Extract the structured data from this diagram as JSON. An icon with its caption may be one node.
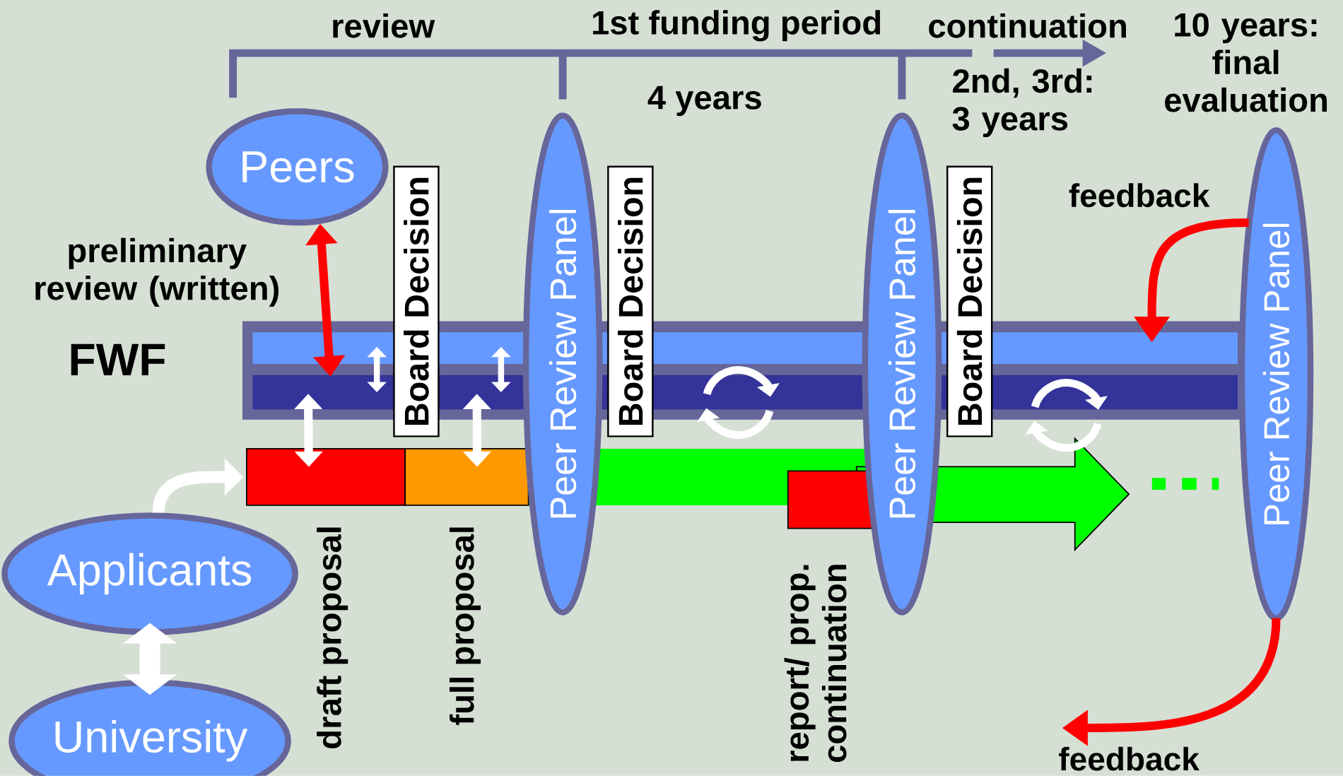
{
  "diagram": {
    "nodes": [
      {
        "text": [
          "Peers"
        ]
      },
      {
        "text": [
          "FWF"
        ]
      },
      {
        "text": [
          "Board Decision"
        ]
      },
      {
        "text": [
          "Peer Review Panel"
        ]
      },
      {
        "text": [
          "Board Decision"
        ]
      },
      {
        "text": [
          "Peer Review Panel"
        ]
      },
      {
        "text": [
          "Board Decision"
        ]
      },
      {
        "text": [
          "Peer Review Panel"
        ]
      },
      {
        "text": [],
        "shape": "box",
        "beside": [
          "draft proposal"
        ]
      },
      {
        "text": [],
        "shape": "box",
        "beside": [
          "full proposal"
        ]
      },
      {
        "text": [],
        "shape": "bar"
      },
      {
        "text": [],
        "shape": "box"
      },
      {
        "text": [],
        "shape": "arrow"
      },
      {
        "text": [
          "Applicants"
        ]
      },
      {
        "text": [
          "University"
        ]
      }
    ],
    "edges": [
      {
        "from": 0,
        "to": 1,
        "arrow": "both",
        "color": "#ff0000"
      },
      {
        "from": 8,
        "to": 1,
        "arrow": "both",
        "color": "#ffffff"
      },
      {
        "from": 9,
        "to": 1,
        "arrow": "both",
        "color": "#ffffff"
      },
      {
        "from": 13,
        "to": 8,
        "arrow": "to",
        "color": "#ffffff"
      },
      {
        "from": 13,
        "to": 14,
        "arrow": "both",
        "color": "#ffffff",
        "style": "thick"
      },
      {
        "from": 7,
        "to": 1,
        "arrow": "to",
        "color": "#ff0000",
        "label": "feedback"
      },
      {
        "from": 7,
        "to": null,
        "arrow": "to",
        "color": "#ff0000",
        "label": "feedback"
      }
    ],
    "labels": [
      "review",
      "1st funding period",
      "continuation",
      "10 years: final evaluation",
      "4 years",
      "2nd, 3rd: 3 years",
      "preliminary review (written)",
      "report/ prop. continuation"
    ]
  }
}
